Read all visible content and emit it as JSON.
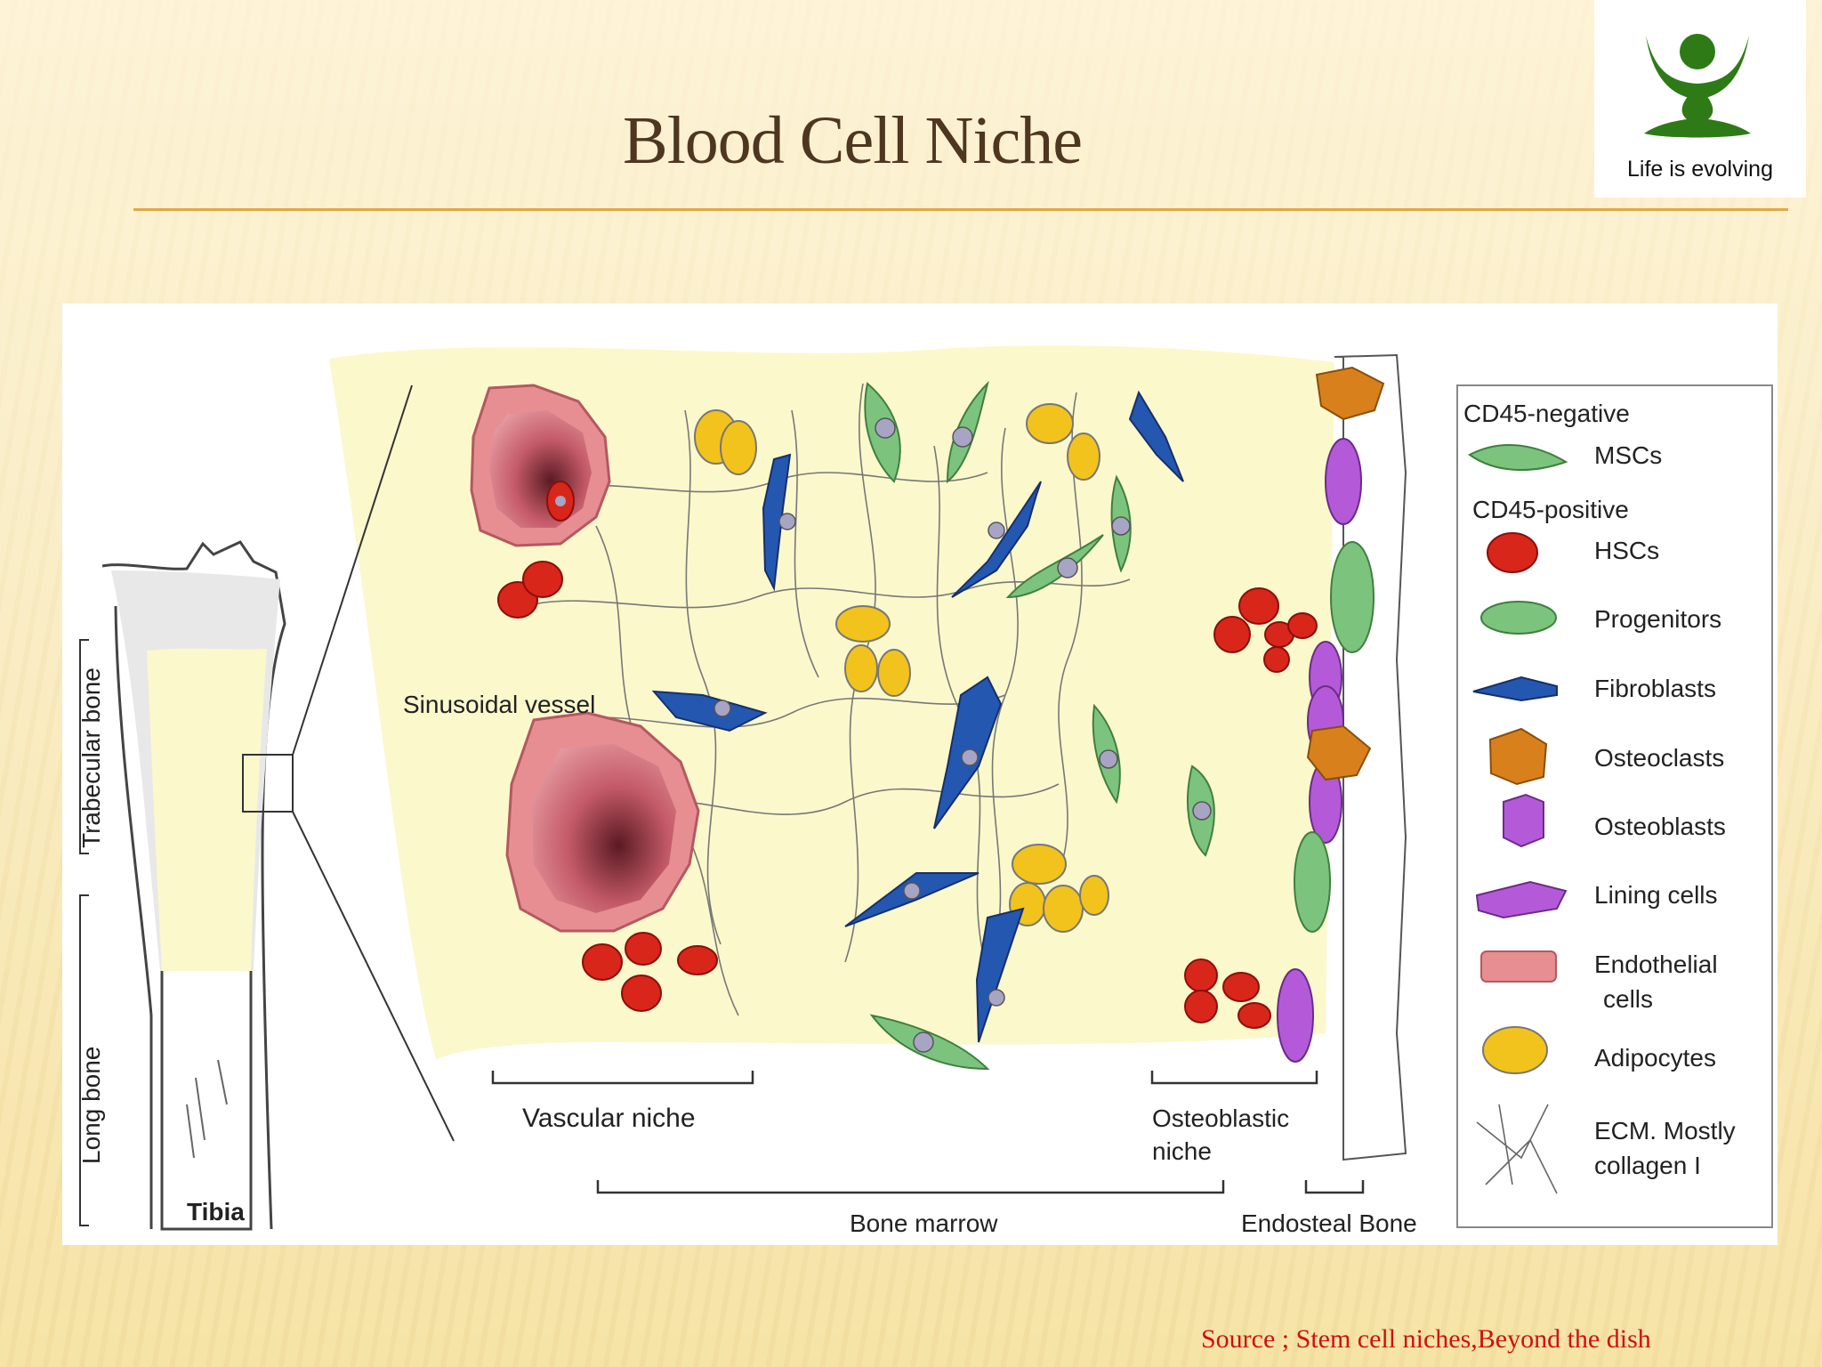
{
  "slide": {
    "title": "Blood Cell Niche",
    "logo_text": "Life is evolving",
    "source": "Source ; Stem cell niches,Beyond the dish"
  },
  "diagram": {
    "labels": {
      "trabecular_bone": "Trabecular bone",
      "long_bone": "Long bone",
      "tibia": "Tibia",
      "sinusoidal_vessel": "Sinusoidal vessel",
      "vascular_niche": "Vascular niche",
      "osteoblastic_niche_line1": "Osteoblastic",
      "osteoblastic_niche_line2": "niche",
      "bone_marrow": "Bone marrow",
      "endosteal_bone": "Endosteal Bone"
    },
    "legend": {
      "cd45_negative": "CD45-negative",
      "cd45_positive": "CD45-positive",
      "items": [
        {
          "label": "MSCs"
        },
        {
          "label": "HSCs"
        },
        {
          "label": "Progenitors"
        },
        {
          "label": "Fibroblasts"
        },
        {
          "label": "Osteoclasts"
        },
        {
          "label": "Osteoblasts"
        },
        {
          "label": "Lining cells"
        },
        {
          "label": "Endothelial",
          "label2": "cells"
        },
        {
          "label": "Adipocytes"
        },
        {
          "label": "ECM. Mostly",
          "label2": "collagen I"
        }
      ]
    },
    "colors": {
      "hsc": "#d8261a",
      "msc": "#7cc47e",
      "fibroblast": "#2457b0",
      "osteoclast": "#d8811c",
      "osteoblast": "#b45ad8",
      "endothelial": "#e0848a",
      "adipocyte": "#f2c31c",
      "marrow": "#fbf8cc"
    }
  }
}
